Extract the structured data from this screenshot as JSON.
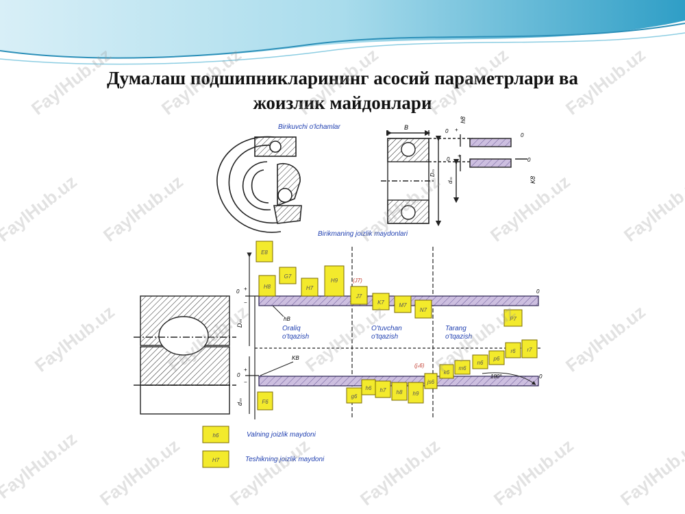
{
  "title_line1": "Думалаш подшипникларининг асосий параметрлари ва",
  "title_line2": "жоизлик майдонлари",
  "watermark_text": "FaylHub.uz",
  "labels": {
    "top_caption": "Birikuvchi o'lchamlar",
    "b": "B",
    "h8": "h8",
    "k8": "K8",
    "zero": "0",
    "plus": "+",
    "minus": "−",
    "Dm": "Dₘ",
    "dm": "dₘ",
    "middle_caption": "Birikmaning joizlik maydonlari",
    "hB": "hB",
    "KB": "KB",
    "js7": "(J7)",
    "js6": "(jₛ6)",
    "angle": "180°",
    "oraliq1": "Oraliq",
    "oraliq2": "o'tqazish",
    "otuvchan1": "O'tuvchan",
    "otuvchan2": "o'tqazish",
    "tarang1": "Tarang",
    "tarang2": "o'tqazish",
    "legend_shaft_sample": "h6",
    "legend_hole_sample": "H7",
    "legend_shaft": "Valning joizlik maydoni",
    "legend_hole": "Teshikning joizlik maydoni"
  },
  "hole_fields": [
    "E8",
    "H8",
    "G7",
    "H7",
    "H9",
    "J7",
    "K7",
    "M7",
    "N7",
    "P7"
  ],
  "shaft_fields": [
    "F6",
    "g6",
    "h6",
    "h7",
    "h8",
    "h9",
    "js6",
    "k6",
    "m6",
    "n6",
    "p6",
    "r6",
    "r7"
  ],
  "colors": {
    "field_fill": "#f3ea2c",
    "field_stroke": "#7a6a00",
    "band_fill": "#cdbfe0",
    "band_stroke": "#2a2250",
    "caption_blue": "#1f3fb0",
    "wave_dark": "#3aa6c9",
    "wave_light": "#bfe4f0"
  }
}
